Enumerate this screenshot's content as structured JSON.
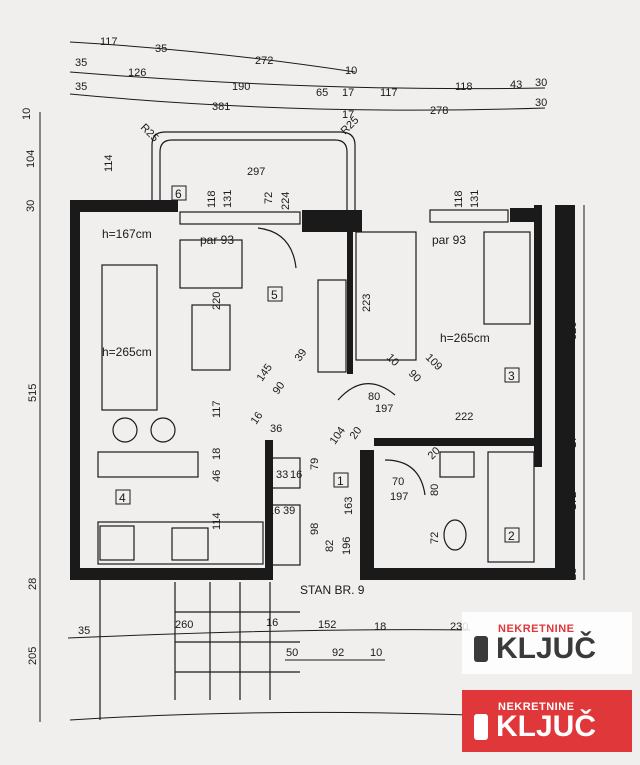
{
  "dimensions": {
    "top_row1": [
      "117",
      "35",
      "272",
      "10"
    ],
    "top_row2": [
      "35",
      "126",
      "190",
      "65",
      "17",
      "117",
      "118",
      "43",
      "30"
    ],
    "top_row3": [
      "35",
      "381",
      "17",
      "278",
      "30"
    ],
    "left": [
      "10",
      "104",
      "30",
      "515",
      "28",
      "205"
    ],
    "right": [
      "30",
      "326",
      "17",
      "172",
      "28"
    ],
    "balcony": [
      "R25",
      "R25",
      "114",
      "297",
      "118",
      "131",
      "72",
      "224",
      "118",
      "131"
    ],
    "interior": [
      "220",
      "117",
      "46",
      "18",
      "114",
      "145",
      "90",
      "39",
      "16",
      "36",
      "104",
      "80",
      "197",
      "20",
      "79",
      "33",
      "16",
      "16",
      "39",
      "98",
      "82",
      "163",
      "196",
      "223",
      "10",
      "109",
      "90",
      "222",
      "20",
      "80",
      "70",
      "197",
      "72"
    ],
    "bottom": [
      "35",
      "260",
      "16",
      "152",
      "18",
      "230",
      "50",
      "92",
      "10"
    ]
  },
  "rooms": {
    "r1": "1",
    "r2": "2",
    "r3": "3",
    "r4": "4",
    "r5": "5",
    "r6": "6"
  },
  "notes": {
    "h_left_top": "h=167cm",
    "h_left": "h=265cm",
    "h_right": "h=265cm",
    "par_left": "par 93",
    "par_right": "par 93",
    "apartment": "STAN BR. 9"
  },
  "watermark": {
    "small": "NEKRETNINE",
    "big": "KLJUČ"
  },
  "colors": {
    "ink": "#1a1a1a",
    "paper": "#f1efee",
    "brand_red": "#e0373a",
    "brand_gray": "#3a3a3a"
  }
}
